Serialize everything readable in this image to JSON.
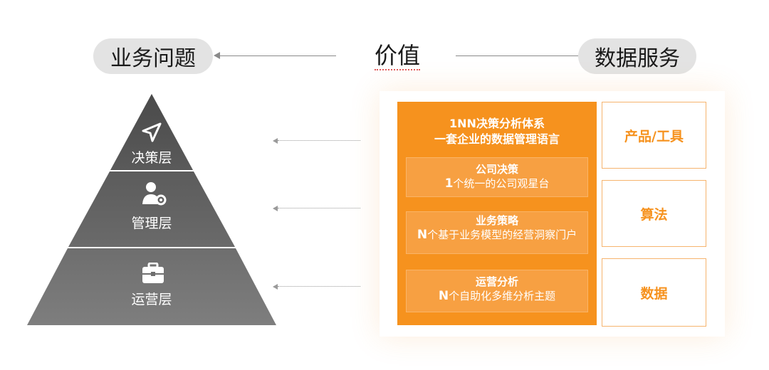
{
  "header": {
    "left_pill": "业务问题",
    "center_title": "价值",
    "right_pill": "数据服务"
  },
  "pyramid": {
    "layers": [
      {
        "label": "决策层",
        "icon": "send-icon"
      },
      {
        "label": "管理层",
        "icon": "user-gear-icon"
      },
      {
        "label": "运营层",
        "icon": "briefcase-icon"
      }
    ]
  },
  "framework": {
    "title_line1": "1NN决策分析体系",
    "title_line2": "一套企业的数据管理语言",
    "blocks": [
      {
        "title": "公司决策",
        "prefix": "1",
        "desc": "个统一的公司观星台"
      },
      {
        "title": "业务策略",
        "prefix": "N",
        "desc": "个基于业务模型的经营洞察门户"
      },
      {
        "title": "运营分析",
        "prefix": "N",
        "desc": "个自助化多维分析主题"
      }
    ]
  },
  "services": [
    "产品/工具",
    "算法",
    "数据"
  ],
  "colors": {
    "accent_orange": "#f6921e",
    "pyramid_dark": "#555555",
    "pill_gray": "#e3e3e3"
  }
}
